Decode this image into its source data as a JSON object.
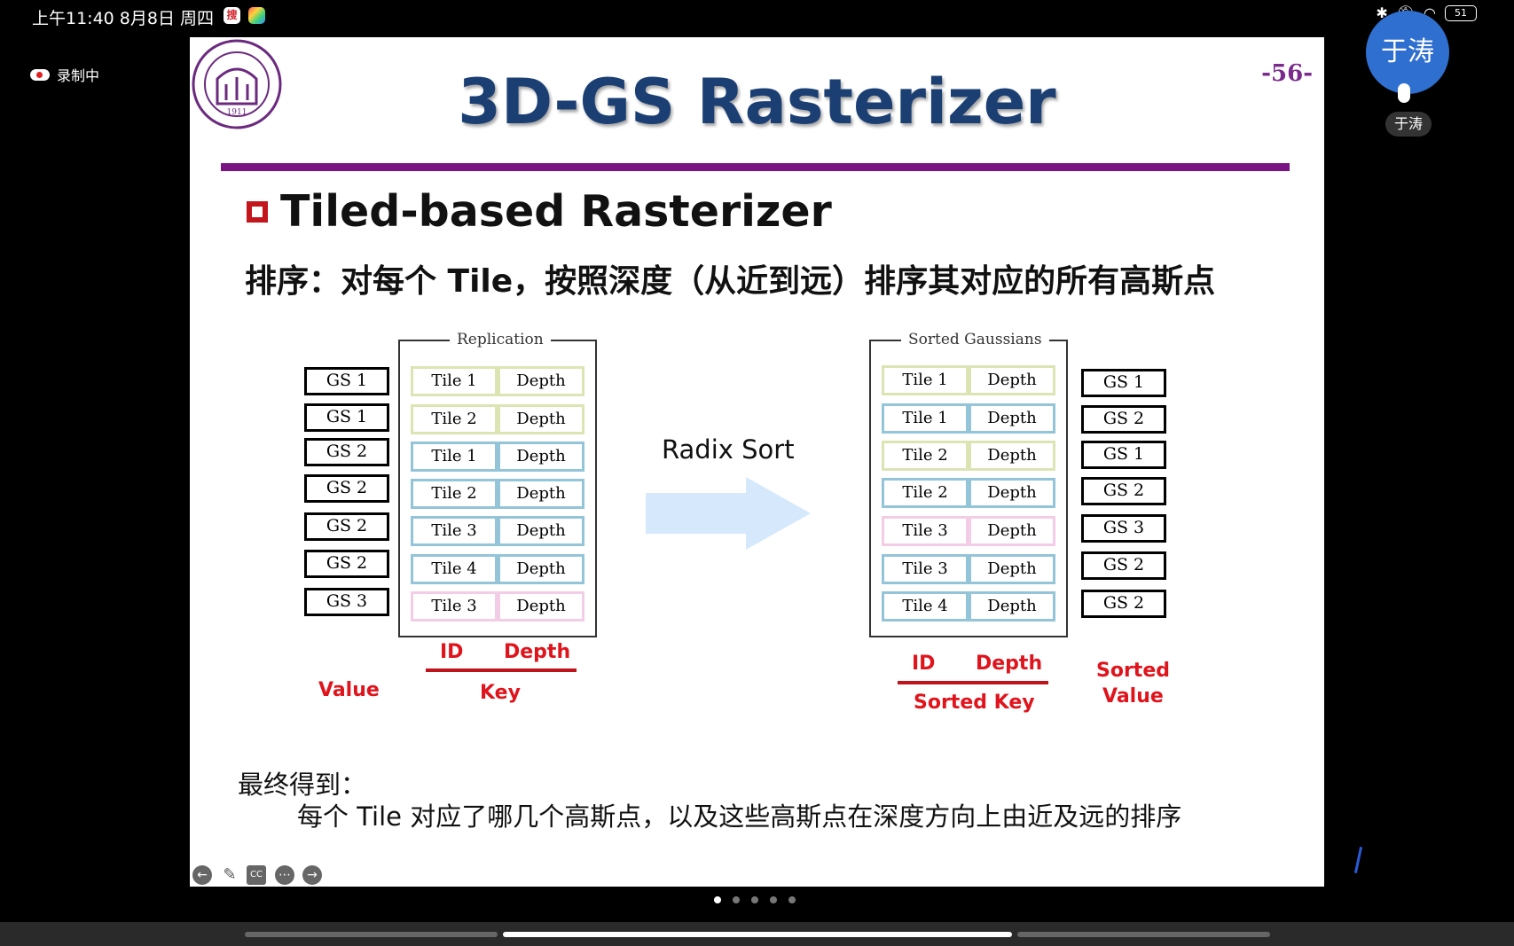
{
  "status_bar": {
    "time_date": "上午11:40 8月8日 周四",
    "app_badge": "搜",
    "battery": "51"
  },
  "recording": {
    "label": "录制中"
  },
  "slide": {
    "title": "3D-GS Rasterizer",
    "page_number": "-56-",
    "logo_year": "1911",
    "section_heading": "Tiled-based Rasterizer",
    "subheading": "排序：对每个 Tile，按照深度（从近到远）排序其对应的所有高斯点",
    "diagram": {
      "left_values": [
        "GS 1",
        "GS 1",
        "GS 2",
        "GS 2",
        "GS 2",
        "GS 2",
        "GS 3"
      ],
      "replication_label": "Replication",
      "replication_rows": [
        {
          "tile": "Tile 1",
          "depth": "Depth",
          "color": "yellow"
        },
        {
          "tile": "Tile 2",
          "depth": "Depth",
          "color": "yellow"
        },
        {
          "tile": "Tile 1",
          "depth": "Depth",
          "color": "blue"
        },
        {
          "tile": "Tile 2",
          "depth": "Depth",
          "color": "blue"
        },
        {
          "tile": "Tile 3",
          "depth": "Depth",
          "color": "blue"
        },
        {
          "tile": "Tile 4",
          "depth": "Depth",
          "color": "blue"
        },
        {
          "tile": "Tile 3",
          "depth": "Depth",
          "color": "pink"
        }
      ],
      "radix_label": "Radix Sort",
      "sorted_label": "Sorted Gaussians",
      "sorted_rows": [
        {
          "tile": "Tile 1",
          "depth": "Depth",
          "color": "yellow"
        },
        {
          "tile": "Tile 1",
          "depth": "Depth",
          "color": "blue"
        },
        {
          "tile": "Tile 2",
          "depth": "Depth",
          "color": "yellow"
        },
        {
          "tile": "Tile 2",
          "depth": "Depth",
          "color": "blue"
        },
        {
          "tile": "Tile 3",
          "depth": "Depth",
          "color": "pink"
        },
        {
          "tile": "Tile 3",
          "depth": "Depth",
          "color": "blue"
        },
        {
          "tile": "Tile 4",
          "depth": "Depth",
          "color": "blue"
        }
      ],
      "right_values": [
        "GS 1",
        "GS 2",
        "GS 1",
        "GS 2",
        "GS 3",
        "GS 2",
        "GS 2"
      ],
      "labels": {
        "value": "Value",
        "id": "ID",
        "depth": "Depth",
        "key": "Key",
        "sorted_key": "Sorted Key",
        "sorted_value_1": "Sorted",
        "sorted_value_2": "Value"
      }
    },
    "final_heading": "最终得到：",
    "final_text": "每个 Tile 对应了哪几个高斯点，以及这些高斯点在深度方向上由近及远的排序"
  },
  "participant": {
    "avatar_text": "于涛",
    "name": "于涛"
  },
  "colors": {
    "title": "#1b3f73",
    "rule": "#7b1483",
    "accent_red": "#e0141c",
    "yellow": "#dde4b4",
    "blue": "#93c4d8",
    "pink": "#f3cde6",
    "arrow": "#d6e8fb",
    "avatar": "#2f6fcf"
  }
}
